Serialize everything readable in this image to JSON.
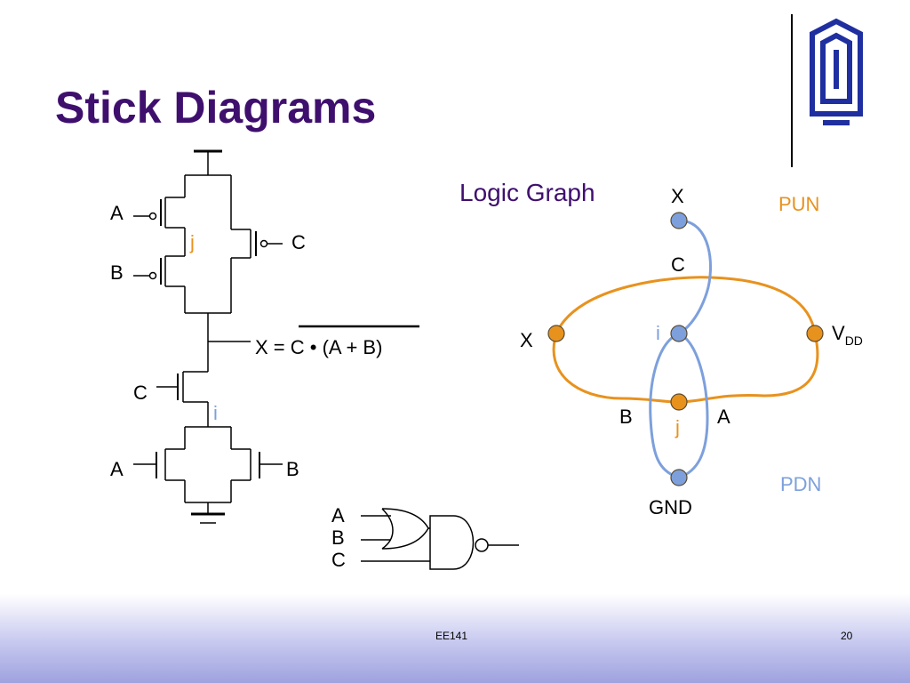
{
  "slide": {
    "title": "Stick Diagrams",
    "footer_left": "EE141",
    "page_number": "20"
  },
  "schematic": {
    "inputs_top": [
      "A",
      "B",
      "C"
    ],
    "internal_node_top": "j",
    "internal_node_bottom": "i",
    "inputs_bottom": [
      "C",
      "A",
      "B"
    ],
    "equation_prefix": "X = ",
    "equation_overbar": "C • (A + B)"
  },
  "logic_graph": {
    "title": "Logic Graph",
    "pun_label": "PUN",
    "pdn_label": "PDN",
    "nodes": {
      "x_top": "X",
      "x_left": "X",
      "i": "i",
      "j": "j",
      "vdd_main": "V",
      "vdd_sub": "DD",
      "gnd": "GND"
    },
    "edges": {
      "c": "C",
      "b": "B",
      "a": "A"
    },
    "colors": {
      "pun": "#e8921e",
      "pdn": "#7da0dc",
      "title": "#3f0f6e"
    }
  },
  "gate": {
    "inputs": [
      "A",
      "B",
      "C"
    ]
  }
}
